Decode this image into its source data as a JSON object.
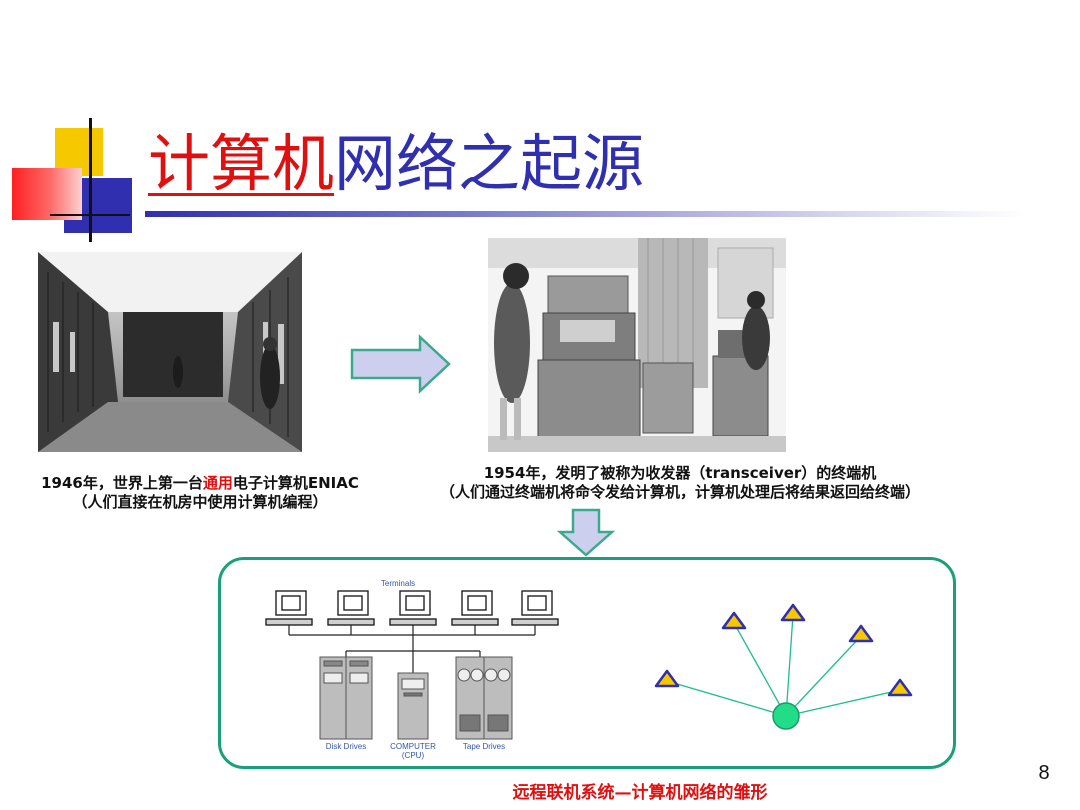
{
  "slide": {
    "title_red": "计算机",
    "title_rest": "网络之起源",
    "page_number": "8"
  },
  "captions": {
    "eniac_part1": "1946年，世界上第一台",
    "eniac_highlight": "通用",
    "eniac_part2": "电子计算机ENIAC",
    "eniac_line2": "（人们直接在机房中使用计算机编程）",
    "terminal_line1": "1954年，发明了被称为收发器（transceiver）的终端机",
    "terminal_line2": "（人们通过终端机将命令发给计算机，计算机处理后将结果返回给终端）"
  },
  "diagram": {
    "terminals_label": "Terminals",
    "disk_label": "Disk Drives",
    "computer_label": "COMPUTER",
    "cpu_label": "(CPU)",
    "tape_label": "Tape Drives"
  },
  "footer_caption": "远程联机系统—计算机网络的雏形",
  "colors": {
    "title_blue": "#2f2fb0",
    "title_red": "#e01010",
    "arrow_fill": "#ccd0ee",
    "arrow_stroke": "#3aaa8a",
    "box_border": "#1aa078",
    "node_green": "#22dd88",
    "triangle_fill": "#f5c800",
    "triangle_stroke": "#2f2fb0"
  }
}
